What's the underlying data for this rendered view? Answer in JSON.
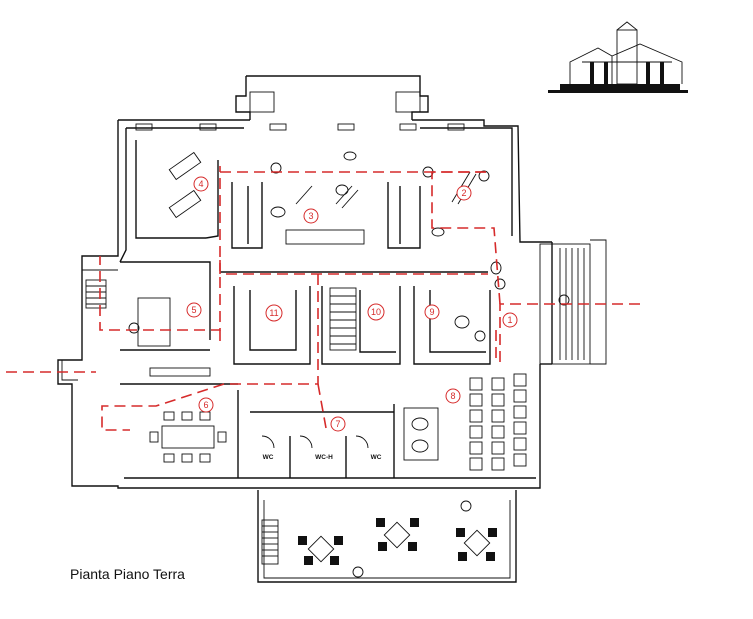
{
  "caption": "Pianta Piano Terra",
  "colors": {
    "route": "#d62b2b",
    "walls": "#111111"
  },
  "rooms": [
    {
      "id": "1",
      "label": "1"
    },
    {
      "id": "2",
      "label": "2"
    },
    {
      "id": "3",
      "label": "3"
    },
    {
      "id": "4",
      "label": "4"
    },
    {
      "id": "5",
      "label": "5"
    },
    {
      "id": "6",
      "label": "6"
    },
    {
      "id": "7",
      "label": "7"
    },
    {
      "id": "8",
      "label": "8"
    },
    {
      "id": "9",
      "label": "9"
    },
    {
      "id": "10",
      "label": "10"
    },
    {
      "id": "11",
      "label": "11"
    }
  ],
  "toilets": [
    {
      "id": "wc-left",
      "label": "WC"
    },
    {
      "id": "wc-h",
      "label": "WC-H"
    },
    {
      "id": "wc-right",
      "label": "WC"
    }
  ]
}
